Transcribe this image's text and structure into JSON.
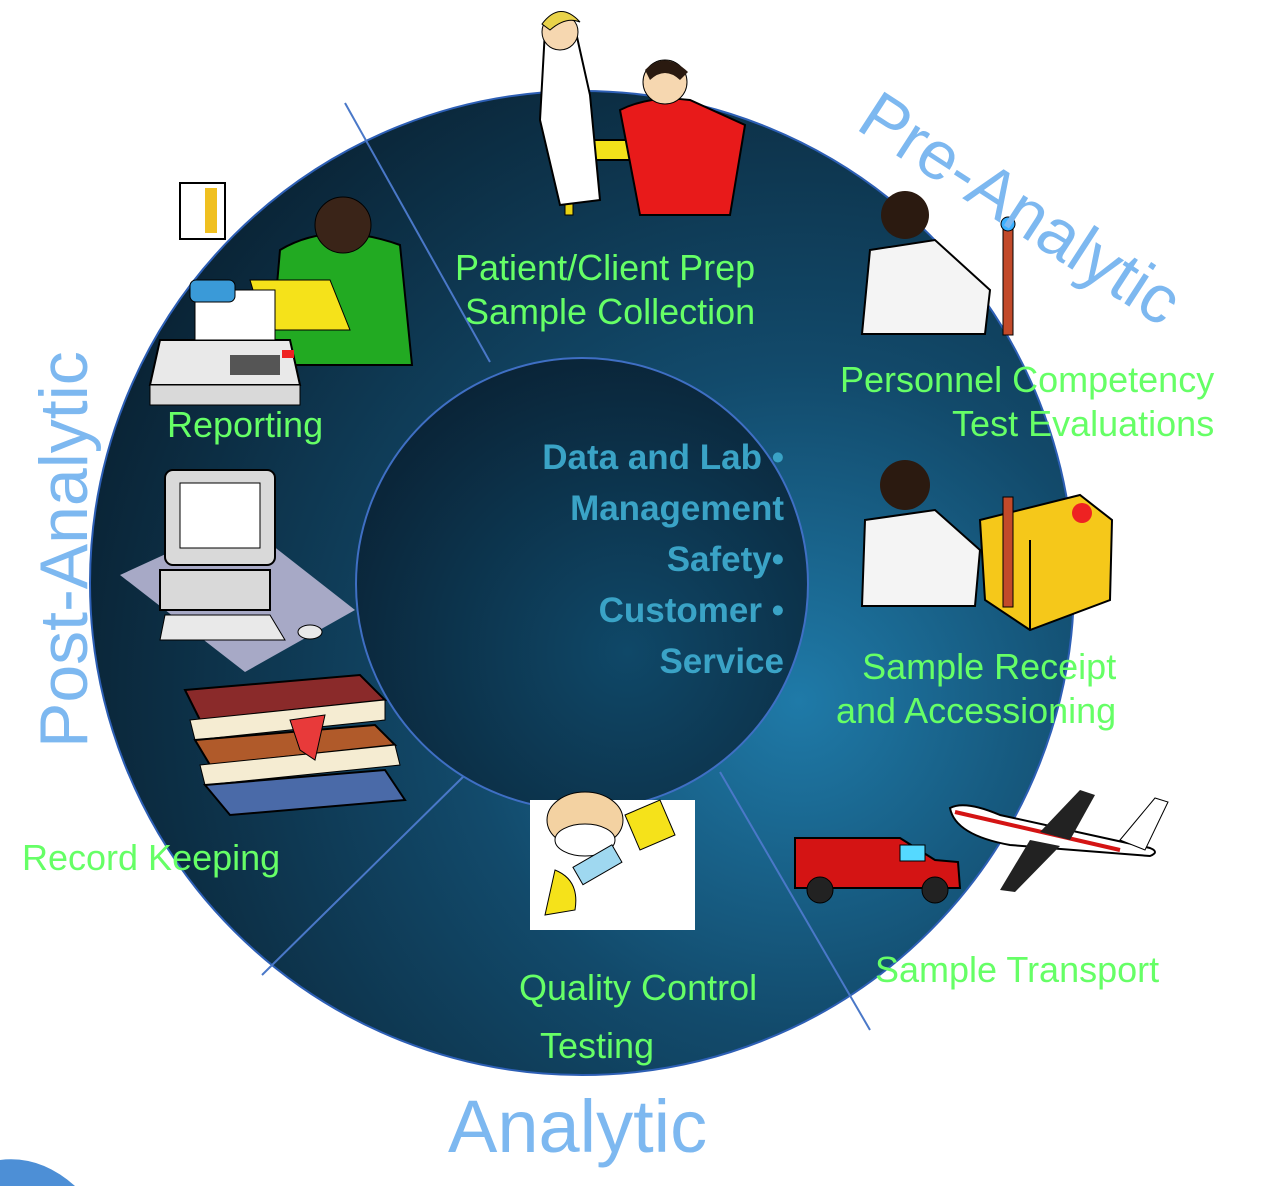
{
  "phases": {
    "pre": "Pre-Analytic",
    "post": "Post-Analytic",
    "analytic": "Analytic"
  },
  "steps": {
    "patient_prep": [
      "Patient/Client Prep",
      "Sample Collection"
    ],
    "personnel": [
      "Personnel Competency",
      "Test Evaluations"
    ],
    "receipt": [
      "Sample Receipt",
      "and Accessioning"
    ],
    "transport": "Sample Transport",
    "quality": [
      "Quality Control",
      "Testing"
    ],
    "record": "Record Keeping",
    "reporting": "Reporting"
  },
  "center_lines": [
    "Data and Lab •",
    "Management",
    "Safety•",
    "Customer •",
    "Service"
  ],
  "icons": [
    "phlebotomy-clipart-icon",
    "lab-technician-clipart-icon",
    "package-clipart-icon",
    "van-icon",
    "airplane-icon",
    "lab-tester-clipart-icon",
    "books-icon",
    "computer-icon",
    "doctor-phone-icon",
    "fax-machine-icon"
  ],
  "colors": {
    "ring_dark": "#0b2a3e",
    "ring_light": "#1a6a95",
    "step_text": "#66ff66",
    "center_text": "#3aa3c6",
    "phase_text": "#7db8f0",
    "divider": "#4a78c8"
  }
}
